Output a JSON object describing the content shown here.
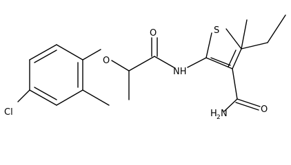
{
  "atoms": {
    "cl": "Cl",
    "o_ether": "O",
    "o_amide": "O",
    "nh": "NH",
    "s": "S",
    "o_carboxamide": "O",
    "nh2_n": "H",
    "nh2_sub": "2",
    "nh2_tail": "N"
  }
}
